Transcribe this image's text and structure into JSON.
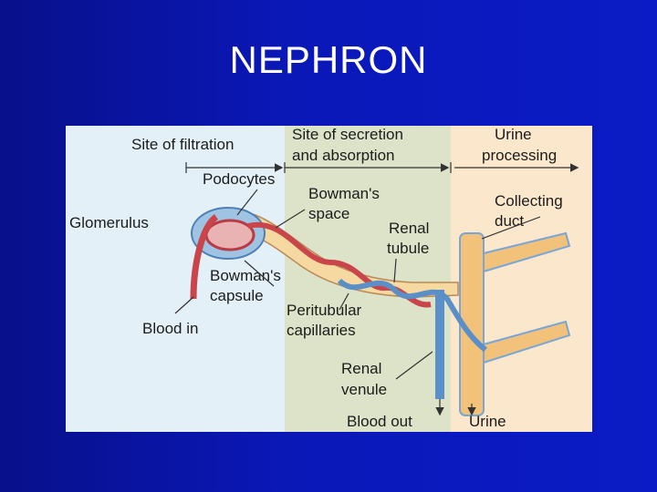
{
  "slide": {
    "title": "NEPHRON"
  },
  "diagram": {
    "regions": {
      "filtration": "Site of filtration",
      "secretion_1": "Site of secretion",
      "secretion_2": "and absorption",
      "urine_1": "Urine",
      "urine_2": "processing"
    },
    "labels": {
      "podocytes": "Podocytes",
      "glomerulus": "Glomerulus",
      "bowmans_space_1": "Bowman's",
      "bowmans_space_2": "space",
      "renal_tubule_1": "Renal",
      "renal_tubule_2": "tubule",
      "collecting_duct_1": "Collecting",
      "collecting_duct_2": "duct",
      "bowmans_capsule_1": "Bowman's",
      "bowmans_capsule_2": "capsule",
      "peritubular_1": "Peritubular",
      "peritubular_2": "capillaries",
      "blood_in": "Blood in",
      "renal_venule_1": "Renal",
      "renal_venule_2": "venule",
      "blood_out": "Blood out",
      "urine": "Urine"
    },
    "colors": {
      "zone_filtration": "#e3f0f8",
      "zone_secretion": "#dce3c8",
      "zone_urine": "#fbe7cc",
      "artery": "#c9454a",
      "vein": "#5b8fc7",
      "tubule": "#f6d9a0",
      "duct": "#f2c27a"
    }
  }
}
